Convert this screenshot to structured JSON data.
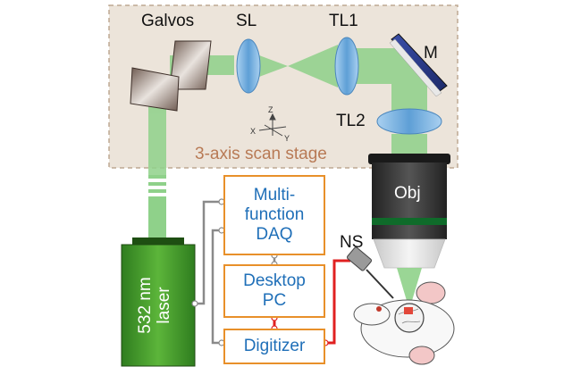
{
  "labels": {
    "galvos": "Galvos",
    "sl": "SL",
    "tl1": "TL1",
    "tl2": "TL2",
    "mirror": "M",
    "objective": "Obj",
    "ns": "NS",
    "stage_caption": "3-axis scan stage",
    "axis_z": "Z",
    "axis_x": "X",
    "axis_y": "Y"
  },
  "laser": {
    "label": "532 nm\nlaser"
  },
  "boxes": {
    "daq": "Multi-\nfunction\nDAQ",
    "pc": "Desktop\nPC",
    "digitizer": "Digitizer"
  },
  "colors": {
    "beam_green": "#7ec87e",
    "laser_green": "#3f9f2c",
    "box_border": "#e8902a",
    "box_text": "#1f6fb8",
    "stage_fill": "#ece4da",
    "stage_dash": "#bda892",
    "signal_red": "#e02020",
    "cable_gray": "#888888",
    "lens_blue": "#7fb6e6"
  }
}
